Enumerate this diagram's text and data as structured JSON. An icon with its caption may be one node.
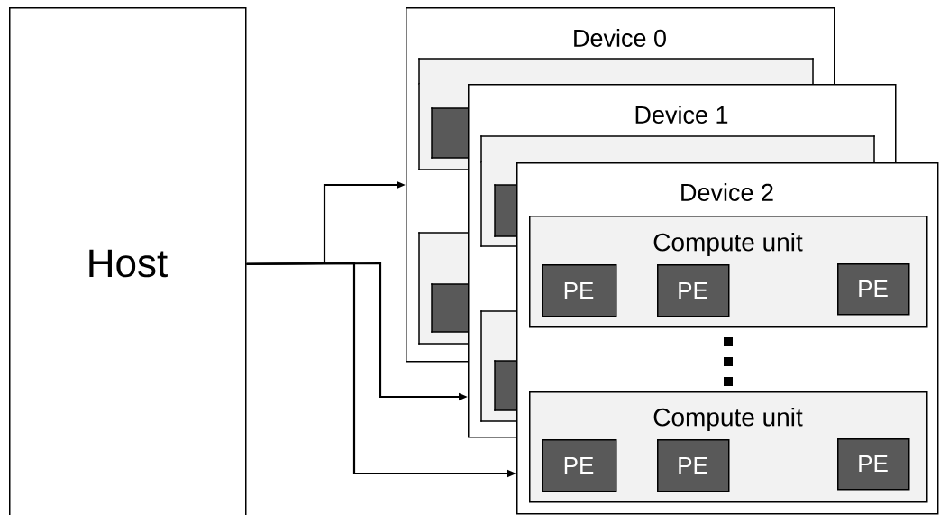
{
  "diagram": {
    "nodes": [
      {
        "text": [
          "Host"
        ]
      },
      {
        "text": [
          "Device 0"
        ]
      },
      {
        "text": [
          "Device 1"
        ]
      },
      {
        "text": [
          "Device 2"
        ]
      },
      {
        "text": [
          "Compute unit"
        ],
        "in": 3
      },
      {
        "text": [
          "PE"
        ]
      },
      {
        "text": [
          "PE"
        ]
      },
      {
        "text": [
          "PE"
        ],
        "in": 4
      },
      {
        "text": [
          "Compute unit"
        ],
        "in": 3
      },
      {
        "text": [
          "PE"
        ],
        "in": 8
      },
      {
        "text": [
          "PE"
        ],
        "in": 8
      },
      {
        "text": [
          "PE"
        ],
        "in": 8
      }
    ],
    "edges": [
      {
        "from": 0,
        "to": 1,
        "arrow": "to"
      },
      {
        "from": 0,
        "to": 2,
        "arrow": "to"
      },
      {
        "from": 0,
        "to": 3,
        "arrow": "to"
      }
    ]
  }
}
